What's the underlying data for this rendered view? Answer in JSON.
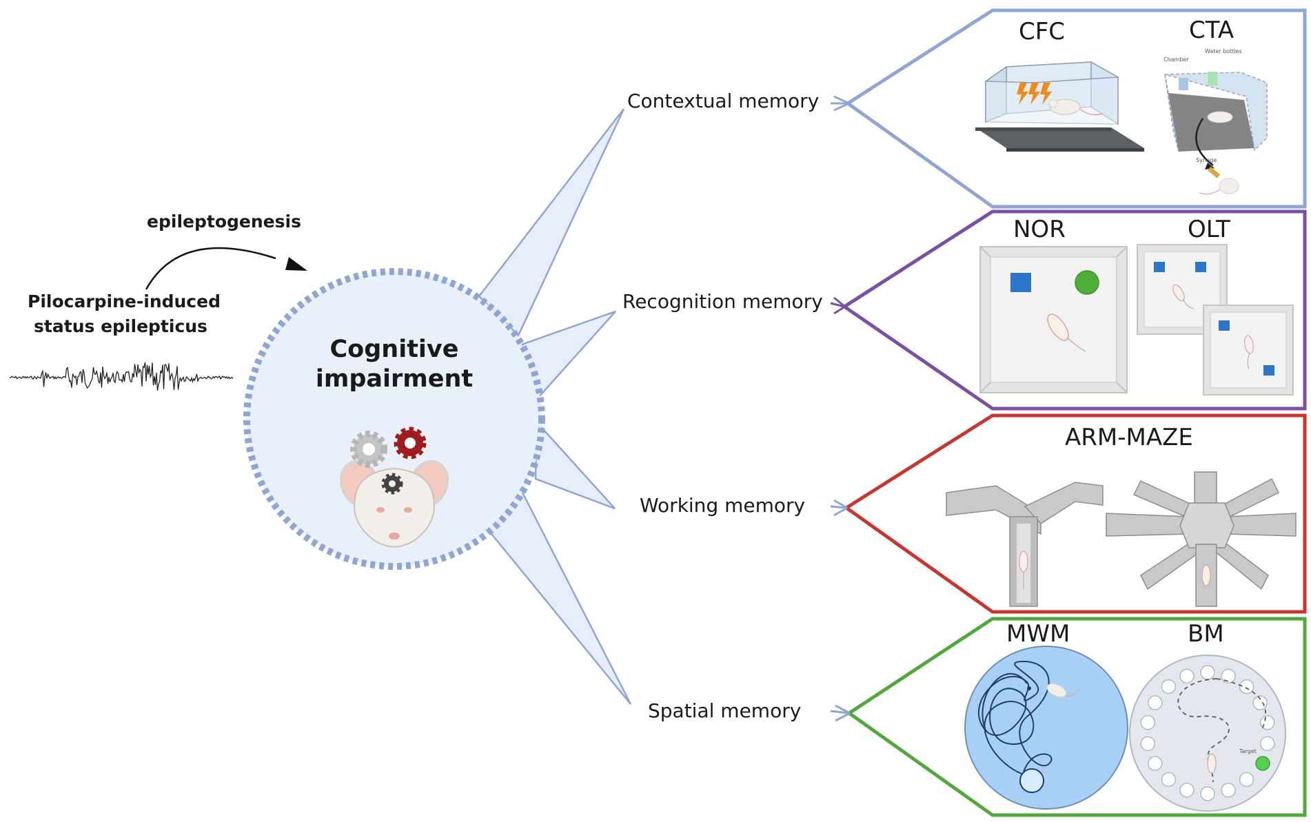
{
  "left": {
    "arrow_label": "epileptogenesis",
    "source_line1": "Pilocarpine-induced",
    "source_line2": "status epilepticus"
  },
  "center": {
    "title_line1": "Cognitive",
    "title_line2": "impairment"
  },
  "branches": [
    {
      "memory": "Contextual memory",
      "color": "#8fa6d4",
      "tests": [
        "CFC",
        "CTA"
      ],
      "annotations": [
        "Chamber",
        "Water bottles",
        "Syringe"
      ]
    },
    {
      "memory": "Recognition memory",
      "color": "#7b4fa6",
      "tests": [
        "NOR",
        "OLT"
      ]
    },
    {
      "memory": "Working memory",
      "color": "#c8372f",
      "tests": [
        "ARM-MAZE"
      ]
    },
    {
      "memory": "Spatial memory",
      "color": "#52a83c",
      "tests": [
        "MWM",
        "BM"
      ],
      "annotations": [
        "Target"
      ]
    }
  ],
  "colors": {
    "circle_fill": "#eaf0fa",
    "circle_ring": "#8fa6d4",
    "pool": "#a8d0f5",
    "barnes": "#e4e8ee",
    "target": "#56d156",
    "object_square": "#2e74c9",
    "object_circle": "#4fae3a",
    "gear_red": "#a01c1c",
    "gear_gray": "#bdbdbd",
    "gear_dark": "#444444"
  },
  "icons": [
    "eeg-trace-icon",
    "curved-arrow-icon",
    "gears-icon",
    "rat-face-icon",
    "lightning-icon"
  ]
}
